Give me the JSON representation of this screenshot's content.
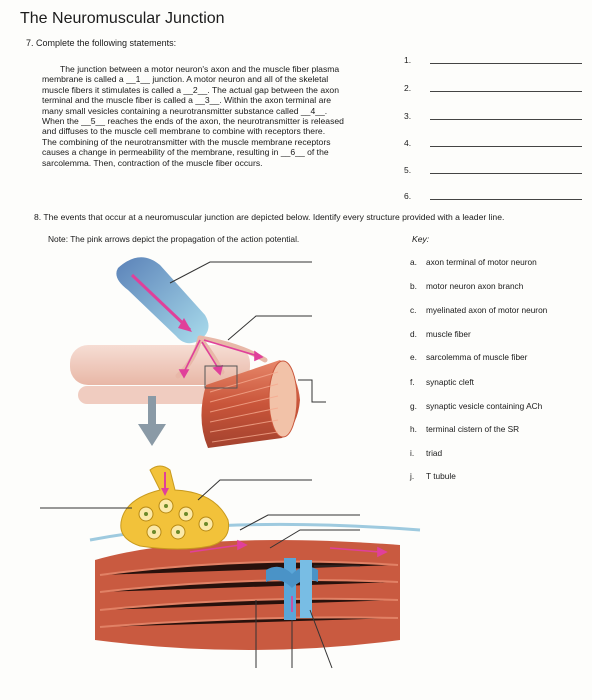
{
  "title": "The Neuromuscular Junction",
  "q7": {
    "heading": "7. Complete the following statements:",
    "lines": [
      "The junction between a motor neuron's axon and the muscle fiber plasma",
      "membrane is called a __1__ junction. A motor neuron and all of the skeletal",
      "muscle fibers it stimulates is called a __2__. The actual gap between the axon",
      "terminal and the muscle fiber is called a __3__. Within the axon terminal are",
      "many small vesicles containing a neurotransmitter substance called __4__.",
      "When the __5__ reaches the ends of the axon, the neurotransmitter is released",
      "and diffuses to the muscle cell membrane to combine with receptors there.",
      "The combining of the neurotransmitter with the muscle membrane receptors",
      "causes a change in permeability of the membrane, resulting in __6__ of the",
      "sarcolemma. Then, contraction of the muscle fiber occurs."
    ],
    "answers": [
      "1.",
      "2.",
      "3.",
      "4.",
      "5.",
      "6."
    ]
  },
  "q8": {
    "heading": "8. The events that occur at a neuromuscular junction are depicted below. Identify every structure provided with a leader line.",
    "note": "Note: The pink arrows depict the propagation of the action potential.",
    "key_label": "Key:",
    "key": [
      {
        "letter": "a.",
        "text": "axon terminal of motor neuron"
      },
      {
        "letter": "b.",
        "text": "motor neuron axon branch"
      },
      {
        "letter": "c.",
        "text": "myelinated axon of motor neuron"
      },
      {
        "letter": "d.",
        "text": "muscle fiber"
      },
      {
        "letter": "e.",
        "text": "sarcolemma of muscle fiber"
      },
      {
        "letter": "f.",
        "text": "synaptic cleft"
      },
      {
        "letter": "g.",
        "text": "synaptic vesicle containing ACh"
      },
      {
        "letter": "h.",
        "text": "terminal cistern of the SR"
      },
      {
        "letter": "i.",
        "text": "triad"
      },
      {
        "letter": "j.",
        "text": "T tubule"
      }
    ]
  },
  "colors": {
    "muscle": "#d96b4b",
    "axon": "#9fd3e6",
    "pink_arrow": "#e0409a",
    "synapse": "#f2c23a",
    "t_tubule": "#5aa6d8"
  }
}
